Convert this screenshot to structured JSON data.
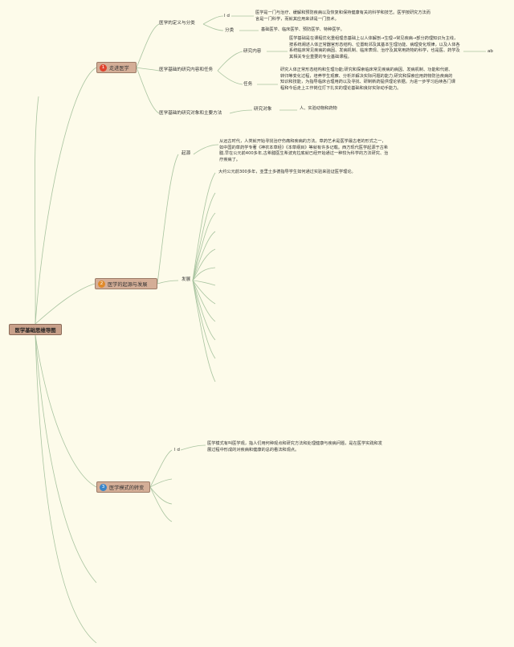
{
  "root": {
    "label": "医学基础思维导图"
  },
  "section1": {
    "label": "走进医学",
    "badge": "1",
    "badge_color": "#e0442e",
    "definition": {
      "label": "医学的定义与分类",
      "def_key": "l d",
      "def_text": "医学是一门与治疗、缓解和预防疾病以及恢复和保持健康有关的科学和技艺。医学按研究方法而言是一门科学，而就其应用来讲是一门技术。",
      "class_key": "分类",
      "class_text": "基础医学、临床医学、预防医学、特种医学。"
    },
    "content": {
      "label": "医学基础的研究内容和任务",
      "research_key": "研究内容",
      "research_text": "医学基础是在课程优化重组理念基础上以人体解剖→生理→常见疾病→部分药理知识为主线，按系统阐述人体正常器官形态结构、位置毗邻及其基本生理功能、病理变化规律，以及人体各系统临床常见疾病的病因、发病机制、临床表现、治疗及其常用药物的科学，也是医、药学及其相关专业重要的专业基础课程。",
      "research_tag": "ab",
      "task_key": "任务",
      "task_text": "研究人体正常形态结构和生理功能;研究和探索临床常见疾病的病因、发病机制、功能和代谢、转归等变化过程，培养学生观察、分析并解决实际问题的能力;研究和探索应用药物防治疾病的知识和技能，为指导临床合理用药以及寻找、研制新药提供理论依据。为进一步学习后续各门课程和今后走上工作岗位打下扎实的理论基础和良好实际动手能力。"
    },
    "object": {
      "label": "医学基础的研究对象和主要方法",
      "key": "研究对象",
      "text": "人、实验动物和药物"
    }
  },
  "section2": {
    "label": "医学的起源与发展",
    "badge": "2",
    "badge_color": "#e08a2a",
    "origin_key": "起源",
    "origin_text": "从远古时代，人类就开始寻找治疗伤痛和疾病的方法。草药艺术是医学最古老的形式之一，如中国的草药学专著《神农本草经》《本草纲目》等就有许多记载。西方现代医学起源于古希腊,早在公元前400多年,古希腊医生希波克拉底就已经开始通过一种较为科学的方法研究、治疗疾病了。",
    "develop_key": "发展",
    "develop_first": "大约公元前300多年，亚里士多德指导学生如何通过实验来验证医学理论。"
  },
  "section3": {
    "label": "医学模式的转变",
    "badge": "3",
    "badge_color": "#3a86c8",
    "key": "l d",
    "text": "医学模式有叫医学观，指人们用何种观点和研究方法和处理健康与疾病问题，是在医学实践和发展过程中形成的对疾病和健康的总的看法和观点。"
  },
  "colors": {
    "line": "#a9c4a0",
    "node_fill": "#d4ae97",
    "root_fill": "#c8a08a",
    "background": "#fdfbea"
  }
}
